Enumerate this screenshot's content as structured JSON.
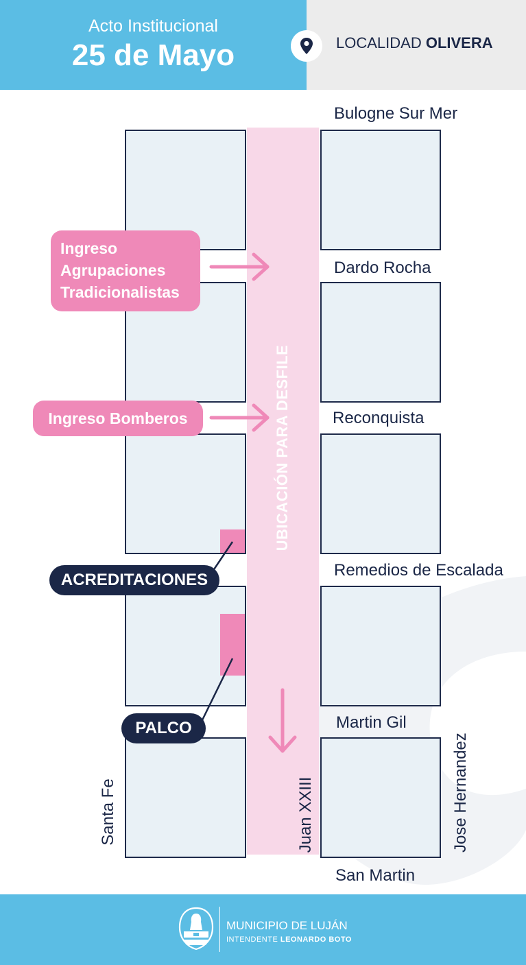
{
  "header": {
    "subtitle": "Acto Institucional",
    "title": "25 de Mayo",
    "location_prefix": "LOCALIDAD",
    "location_name": "OLIVERA",
    "location_icon": "map-pin-icon"
  },
  "map": {
    "cross_streets": [
      "Bulogne Sur Mer",
      "Dardo Rocha",
      "Reconquista",
      "Remedios de Escalada",
      "Martin Gil",
      "San Martin"
    ],
    "vertical_streets": {
      "left": "Santa Fe",
      "center": "Juan XXIII",
      "right": "Jose Hernandez"
    },
    "parade_label": "UBICACIÓN PARA DESFILE",
    "callouts": {
      "agrupaciones": [
        "Ingreso",
        "Agrupaciones",
        "Tradicionalistas"
      ],
      "bomberos": "Ingreso Bomberos",
      "acreditaciones": "ACREDITACIONES",
      "palco": "PALCO"
    },
    "colors": {
      "pink": "#ef89b8",
      "light_pink": "#f8d8e8",
      "navy": "#1b2747",
      "sky": "#5bbde4",
      "block": "#e9f1f6"
    }
  },
  "footer": {
    "municipality": "MUNICIPIO DE LUJÁN",
    "intendente_label": "INTENDENTE",
    "intendente_name": "LEONARDO BOTO",
    "crest_icon": "municipal-crest-icon"
  }
}
